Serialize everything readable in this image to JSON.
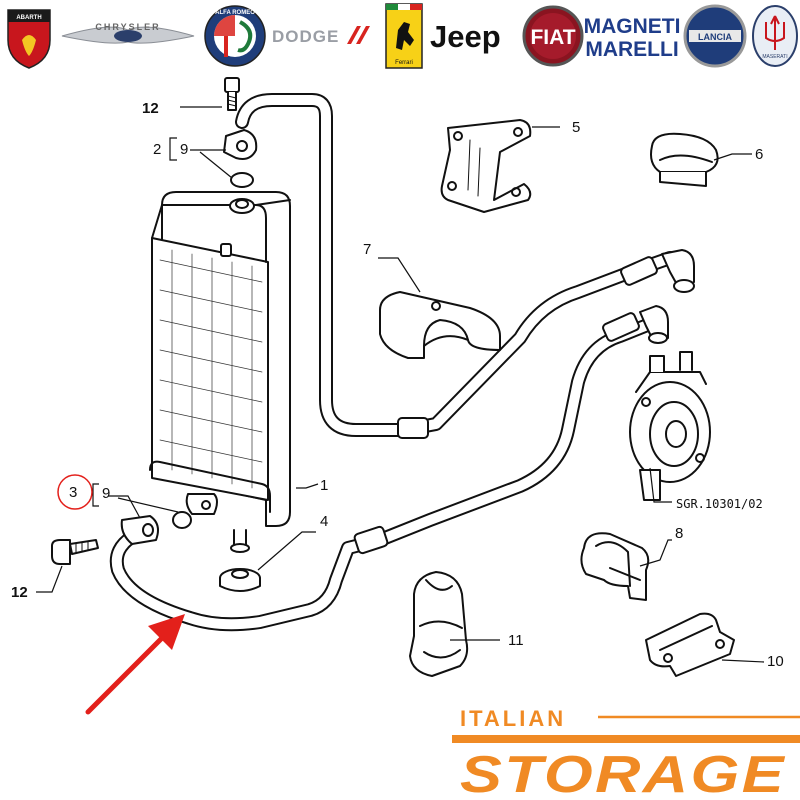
{
  "brands": {
    "abarth": "ABARTH",
    "chrysler": "CHRYSLER",
    "alfa": "ALFA ROMEO",
    "dodge": "DODGE",
    "ferrari": "Ferrari",
    "jeep": "Jeep",
    "fiat": "FIAT",
    "magneti_1": "MAGNETI",
    "magneti_2": "MARELLI",
    "lancia": "LANCIA",
    "maserati": "MASERATI"
  },
  "callouts": {
    "c1": "1",
    "c2": "2",
    "c3": "3",
    "c4": "4",
    "c5": "5",
    "c6": "6",
    "c7": "7",
    "c8": "8",
    "c9a": "9",
    "c9b": "9",
    "c10": "10",
    "c11": "11",
    "c12a": "12",
    "c12b": "12"
  },
  "reference_code": "SGR.10301/02",
  "footer": {
    "line1": "ITALIAN",
    "line2": "STORAGE"
  },
  "colors": {
    "accent_orange": "#F08A24",
    "arrow_red": "#E3201B",
    "circle_red": "#E3201B",
    "line_black": "#111111"
  }
}
